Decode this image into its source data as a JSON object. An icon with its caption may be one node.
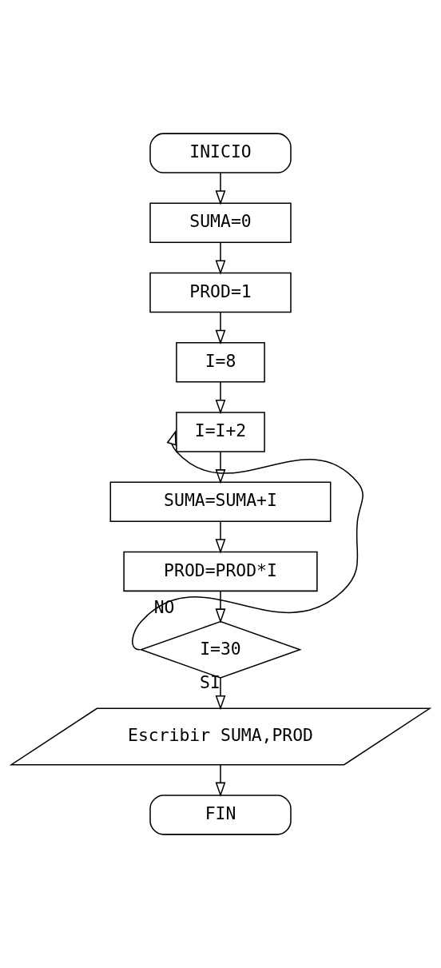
{
  "diagram": {
    "nodes": [
      {
        "text": [
          "INICIO"
        ]
      },
      {
        "text": [
          "SUMA=0"
        ]
      },
      {
        "text": [
          "PROD=1"
        ]
      },
      {
        "text": [
          "I=8"
        ]
      },
      {
        "text": [
          "I=I+2"
        ]
      },
      {
        "text": [
          "SUMA=SUMA+I"
        ]
      },
      {
        "text": [
          "PROD=PROD*I"
        ]
      },
      {
        "text": [
          "I=30"
        ]
      },
      {
        "text": [
          "Escribir SUMA,PROD"
        ]
      },
      {
        "text": [
          "FIN"
        ]
      }
    ],
    "edges": [
      {
        "from": 0,
        "to": 1,
        "arrow": "to"
      },
      {
        "from": 1,
        "to": 2,
        "arrow": "to"
      },
      {
        "from": 2,
        "to": 3,
        "arrow": "to"
      },
      {
        "from": 3,
        "to": 4,
        "arrow": "to"
      },
      {
        "from": 4,
        "to": 5,
        "arrow": "to"
      },
      {
        "from": 5,
        "to": 6,
        "arrow": "to"
      },
      {
        "from": 6,
        "to": 7,
        "arrow": "to"
      },
      {
        "from": 7,
        "to": 4,
        "label": "NO",
        "arrow": "to"
      },
      {
        "from": 7,
        "to": 8,
        "label": "SI",
        "arrow": "to"
      },
      {
        "from": 8,
        "to": 9,
        "arrow": "to"
      }
    ]
  }
}
